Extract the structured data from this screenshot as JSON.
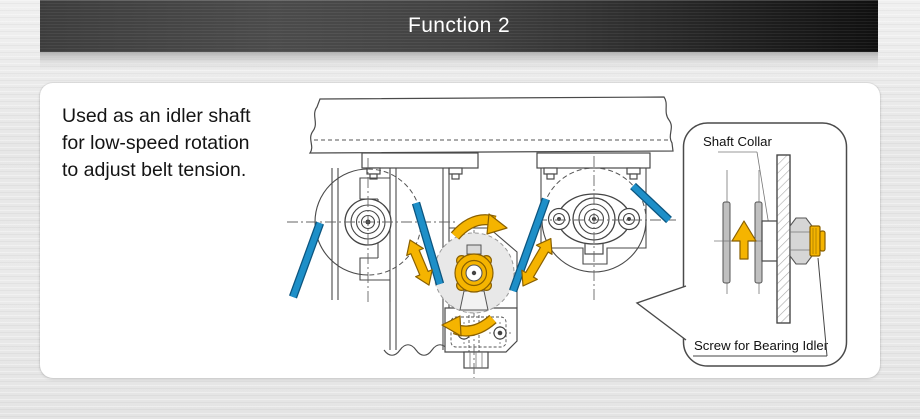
{
  "header": {
    "title": "Function 2"
  },
  "caption": {
    "lines": [
      "Used as an idler shaft",
      "for low-speed rotation",
      "to adjust belt tension."
    ]
  },
  "diagram": {
    "callout": {
      "label_shaft_collar": "Shaft Collar",
      "label_screw": "Screw for Bearing Idler"
    },
    "colors": {
      "arrow_gold": "#F5B400",
      "arrow_gold_outline": "#8A6000",
      "belt_blue": "#1E8FC8",
      "belt_blue_dark": "#0C557F",
      "line_gray": "#4A4A4A",
      "idler_face_gray": "#E8E8E8",
      "header_text": "#FFFFFF"
    }
  }
}
